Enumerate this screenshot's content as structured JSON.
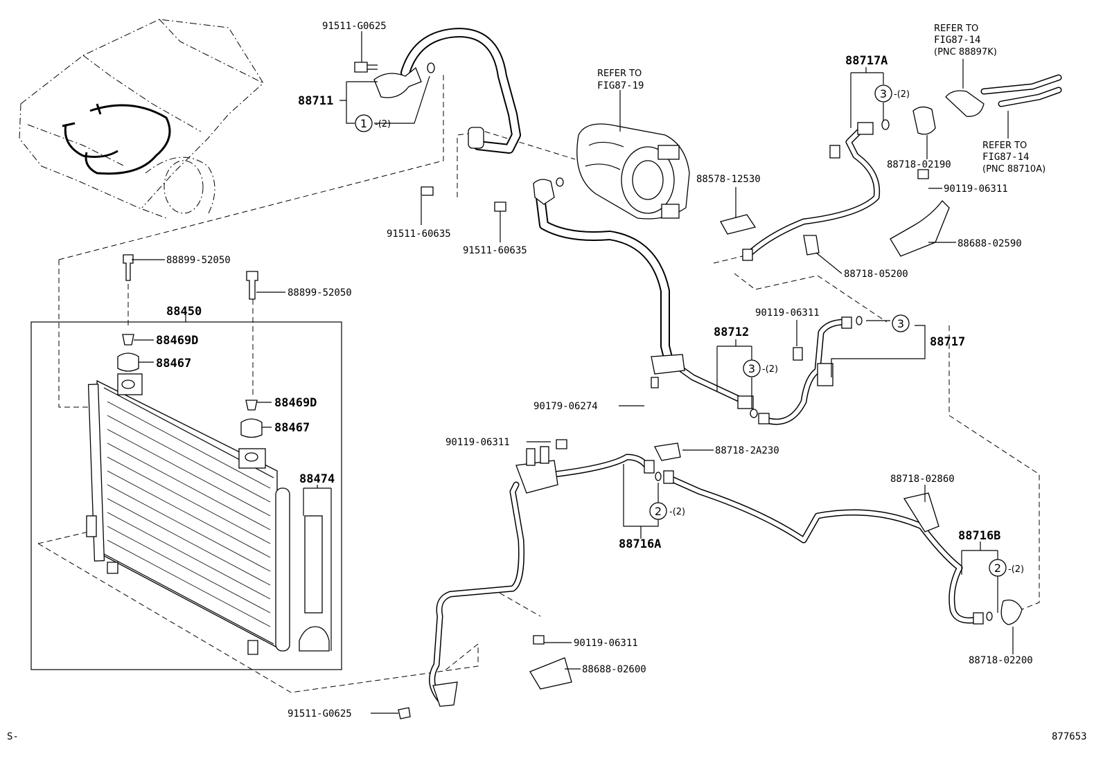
{
  "labels": {
    "p91511_g0625_top": "91511-G0625",
    "p88711": "88711",
    "qty2_88711": "-(2)",
    "refer_87_19_a": "REFER TO",
    "refer_87_19_b": "FIG87-19",
    "p91511_60635_a": "91511-60635",
    "p91511_60635_b": "91511-60635",
    "p88717A": "88717A",
    "qty2_88717A": "-(2)",
    "p88718_02190": "88718-02190",
    "refer_87_14_top_a": "REFER TO",
    "refer_87_14_top_b": "FIG87-14",
    "refer_87_14_top_c": "(PNC 88897K)",
    "refer_87_14_mid_a": "REFER TO",
    "refer_87_14_mid_b": "FIG87-14",
    "refer_87_14_mid_c": "(PNC 88710A)",
    "p88578_12530": "88578-12530",
    "p90119_06311_a": "90119-06311",
    "p88688_02590": "88688-02590",
    "p88718_05200": "88718-05200",
    "p88899_52050_a": "88899-52050",
    "p88899_52050_b": "88899-52050",
    "p88450": "88450",
    "p88469D_a": "88469D",
    "p88467_a": "88467",
    "p88469D_b": "88469D",
    "p88467_b": "88467",
    "p88474": "88474",
    "p90119_06311_b": "90119-06311",
    "p88712": "88712",
    "qty2_88712": "-(2)",
    "p88717": "88717",
    "p90179_06274": "90179-06274",
    "p90119_06311_c": "90119-06311",
    "p88718_2A230": "88718-2A230",
    "qty2_88716A": "-(2)",
    "p88716A": "88716A",
    "p88718_02860": "88718-02860",
    "p88716B": "88716B",
    "qty2_88716B": "-(2)",
    "p88718_02200": "88718-02200",
    "p90119_06311_d": "90119-06311",
    "p88688_02600": "88688-02600",
    "p91511_g0625_bot": "91511-G0625",
    "footer_left": "S-",
    "footer_right": "877653"
  },
  "callouts": {
    "c1": "1",
    "c2a": "2",
    "c2b": "2",
    "c3a": "3",
    "c3b": "3",
    "c3c": "3"
  }
}
